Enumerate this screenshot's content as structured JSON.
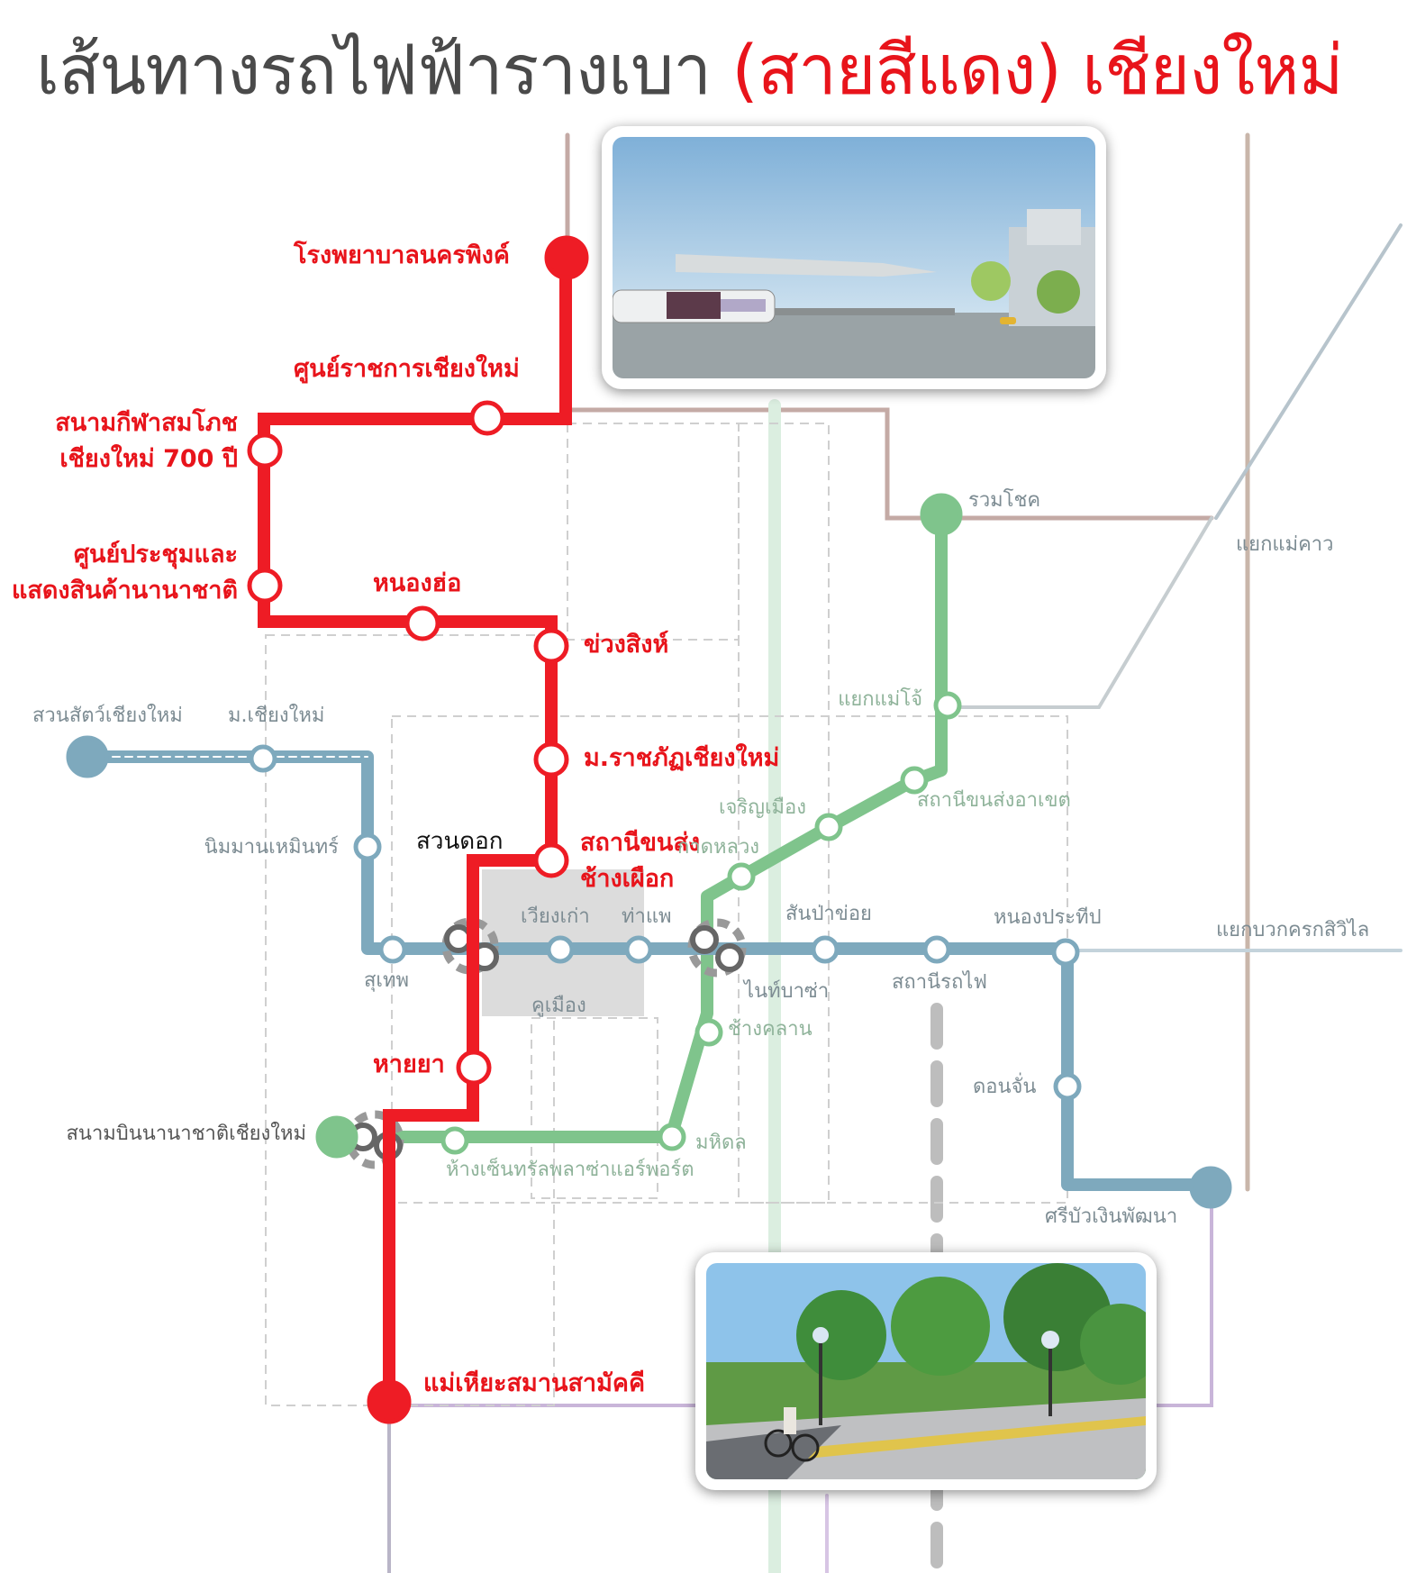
{
  "title": {
    "prefix": "เส้นทางรถไฟฟ้ารางเบา ",
    "highlight": "(สายสีแดง) เชียงใหม่"
  },
  "colors": {
    "red_line": "#ee1c25",
    "blue_line": "#7ea9bd",
    "green_line": "#7fc48c",
    "title_gray": "#4a4a4a",
    "red_text": "#e8141b"
  },
  "red_line": {
    "stations": [
      "โรงพยาบาลนครพิงค์",
      "ศูนย์ราชการเชียงใหม่",
      "สนามกีฬาสมโภช เชียงใหม่ 700 ปี",
      "ศูนย์ประชุมและ แสดงสินค้านานาชาติ",
      "หนองฮ่อ",
      "ข่วงสิงห์",
      "ม.ราชภัฏเชียงใหม่",
      "สถานีขนส่ง ช้างเผือก",
      "หายยา",
      "แม่เหียะสมานสามัคคี"
    ]
  },
  "labels": {
    "nakhonping": "โรงพยาบาลนครพิงค์",
    "government_center": "ศูนย์ราชการเชียงใหม่",
    "stadium_line1": "สนามกีฬาสมโภช",
    "stadium_line2": "เชียงใหม่  700  ปี",
    "convention_line1": "ศูนย์ประชุมและ",
    "convention_line2": "แสดงสินค้านานาชาติ",
    "nong_ho": "หนองฮ่อ",
    "khuang_sing": "ข่วงสิงห์",
    "rajabhat": "ม.ราชภัฏเชียงใหม่",
    "chang_phueak_line1": "สถานีขนส่ง",
    "chang_phueak_line2": "ช้างเผือก",
    "haiya": "หายยา",
    "mae_hia": "แม่เหียะสมานสามัคคี",
    "suan_dok": "สวนดอก",
    "zoo": "สวนสัตว์เชียงใหม่",
    "cmu": "ม.เชียงใหม่",
    "nimman": "นิมมานเหมินทร์",
    "suthep": "สุเทพ",
    "wiang_kao": "เวียงเก่า",
    "tha_phae": "ท่าแพ",
    "kad_luang": "กาดหลวง",
    "charoen_mueang": "เจริญเมือง",
    "san_pa_khoi": "สันป่าข่อย",
    "nong_prathip": "หนองประทีป",
    "night_bazaar": "ไนท์บาซ่า",
    "railway": "สถานีรถไฟ",
    "khu_mueang": "คูเมือง",
    "chang_khlan": "ช้างคลาน",
    "don_chan": "ดอนจั่น",
    "si_bua": "ศรีบัวเงินพัฒนา",
    "ruam_chok": "รวมโชค",
    "mae_khao": "แยกแม่คาว",
    "mae_jo": "แยกแม่โจ้",
    "arcade": "สถานีขนส่งอาเขต",
    "bawk_krok": "แยกบวกครกสิวิไล",
    "airport": "สนามบินนานาชาติเชียงใหม่",
    "mahidol": "มหิดล",
    "central": "ห้างเซ็นทรัลพลาซ่าแอร์พอร์ต"
  }
}
